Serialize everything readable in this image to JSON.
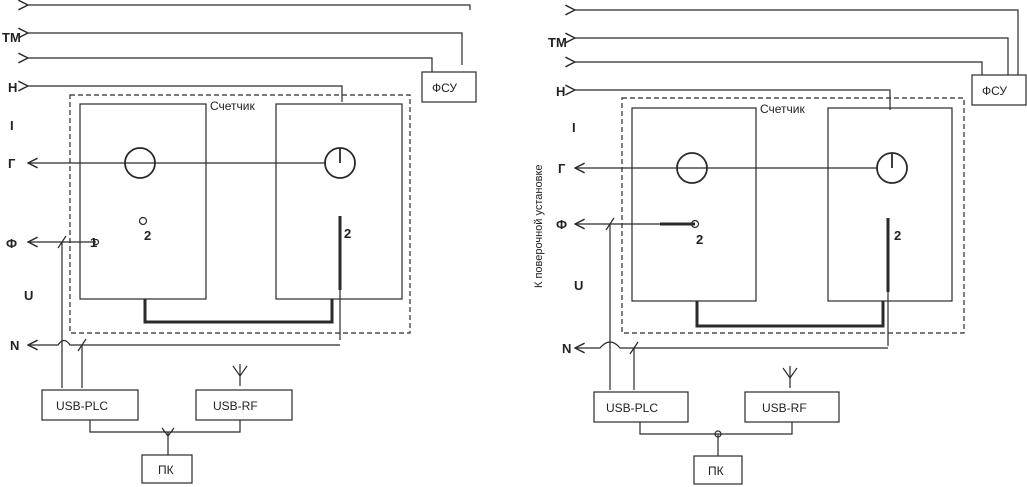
{
  "left": {
    "labels": {
      "tm": "ТМ",
      "n": "Н",
      "i": "I",
      "g": "Г",
      "f": "Ф",
      "u": "U",
      "neutral": "N"
    },
    "fsu": "ФСУ",
    "counter": "Счетчик",
    "point1": "1",
    "point2a": "2",
    "point2b": "2",
    "usb_plc": "USB-PLC",
    "usb_rf": "USB-RF",
    "pk": "ПК"
  },
  "right": {
    "labels": {
      "tm": "ТМ",
      "n": "Н",
      "i": "I",
      "g": "Г",
      "f": "Ф",
      "u": "U",
      "neutral": "N"
    },
    "fsu": "ФСУ",
    "counter": "Счетчик",
    "point2a": "2",
    "point2b": "2",
    "usb_plc": "USB-PLC",
    "usb_rf": "USB-RF",
    "pk": "ПК",
    "side_note": "К поверочной установке"
  }
}
